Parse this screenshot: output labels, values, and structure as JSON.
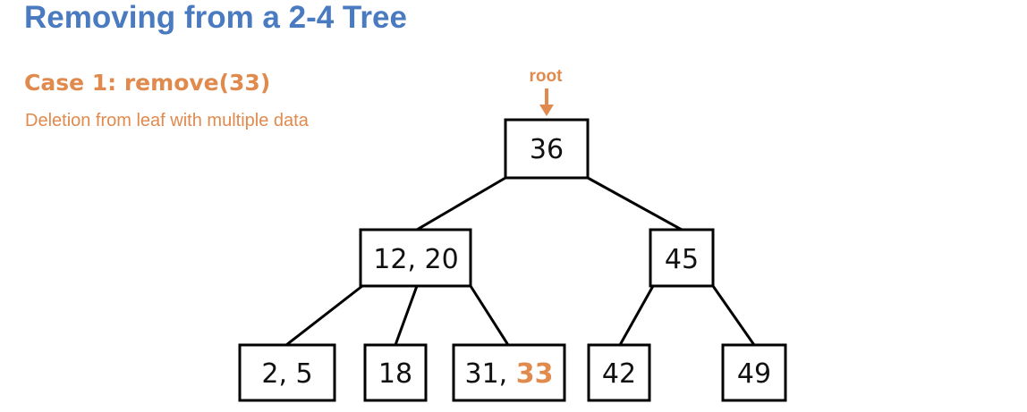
{
  "slide": {
    "title": "Removing from a 2-4 Tree",
    "case_title": "Case 1: remove(33)",
    "case_subtitle": "Deletion from leaf with multiple data"
  },
  "colors": {
    "title": "#4a7abf",
    "accent": "#e08a4e",
    "stroke": "#000000"
  },
  "tree": {
    "root_label": "root",
    "root": {
      "keys": [
        "36"
      ]
    },
    "level1": [
      {
        "keys": [
          "12",
          "20"
        ]
      },
      {
        "keys": [
          "45"
        ]
      }
    ],
    "leaves": [
      {
        "keys": [
          "2",
          "5"
        ]
      },
      {
        "keys": [
          "18"
        ]
      },
      {
        "keys": [
          "31",
          "33"
        ],
        "highlight_key": "33"
      },
      {
        "keys": [
          "42"
        ]
      },
      {
        "keys": [
          "49"
        ]
      }
    ]
  }
}
